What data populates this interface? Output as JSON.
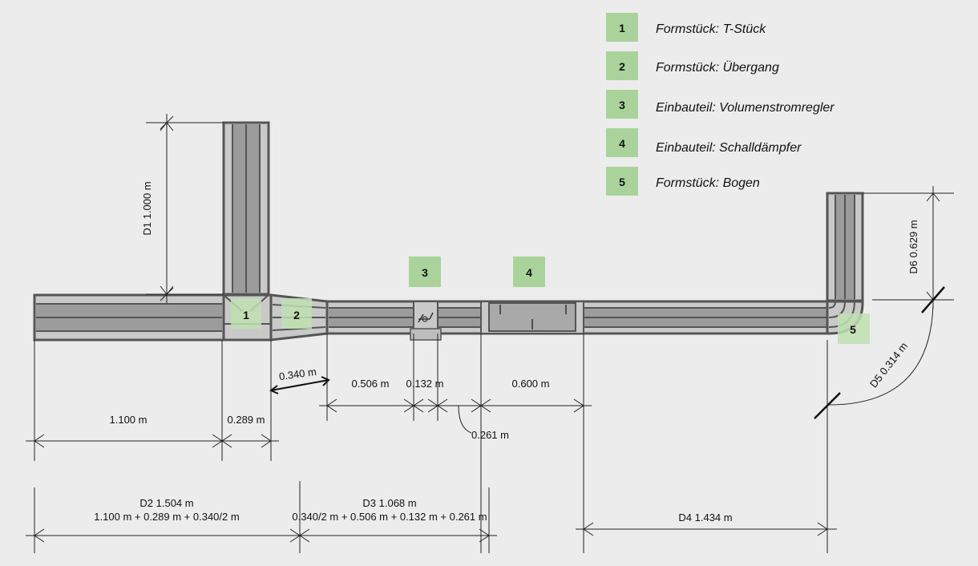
{
  "legend": [
    {
      "num": "1",
      "text": "Formstück: T-Stück"
    },
    {
      "num": "2",
      "text": "Formstück: Übergang"
    },
    {
      "num": "3",
      "text": "Einbauteil: Volumenstromregler"
    },
    {
      "num": "4",
      "text": "Einbauteil: Schalldämpfer"
    },
    {
      "num": "5",
      "text": "Formstück: Bogen"
    }
  ],
  "markers": [
    "1",
    "2",
    "3",
    "4",
    "5"
  ],
  "dims": {
    "d1": "D1  1.000 m",
    "d6": "D6  0.629 m",
    "d5": "D5  0.314 m",
    "m0340": "0.340 m",
    "m0506": "0.506 m",
    "m0132": "0.132 m",
    "m0600": "0.600 m",
    "m0261": "0.261 m",
    "m1100": "1.100 m",
    "m0289": "0.289 m",
    "d2_title": "D2   1.504 m",
    "d2_formula": "1.100 m + 0.289 m + 0.340/2 m",
    "d3_title": "D3   1.068 m",
    "d3_formula": "0.340/2 m + 0.506 m + 0.132 m + 0.261 m",
    "d4": "D4   1.434 m"
  },
  "colors": {
    "badge": "#a9d39b",
    "pipe": "#555555",
    "background": "#ececec"
  }
}
